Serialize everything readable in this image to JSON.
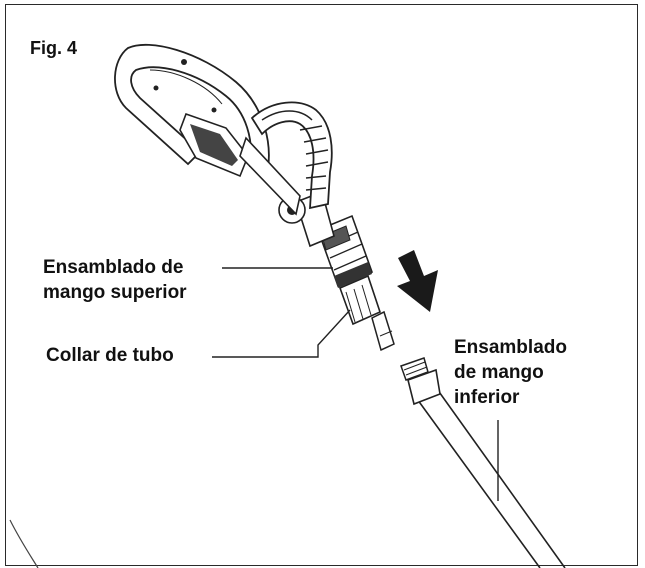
{
  "figure": {
    "label": "Fig. 4"
  },
  "callouts": {
    "upper_handle": [
      "Ensamblado de",
      "mango superior"
    ],
    "tube_collar": "Collar de tubo",
    "lower_handle": [
      "Ensamblado",
      "de mango",
      "inferior"
    ]
  },
  "icons": {
    "direction": "down-right-arrow"
  }
}
